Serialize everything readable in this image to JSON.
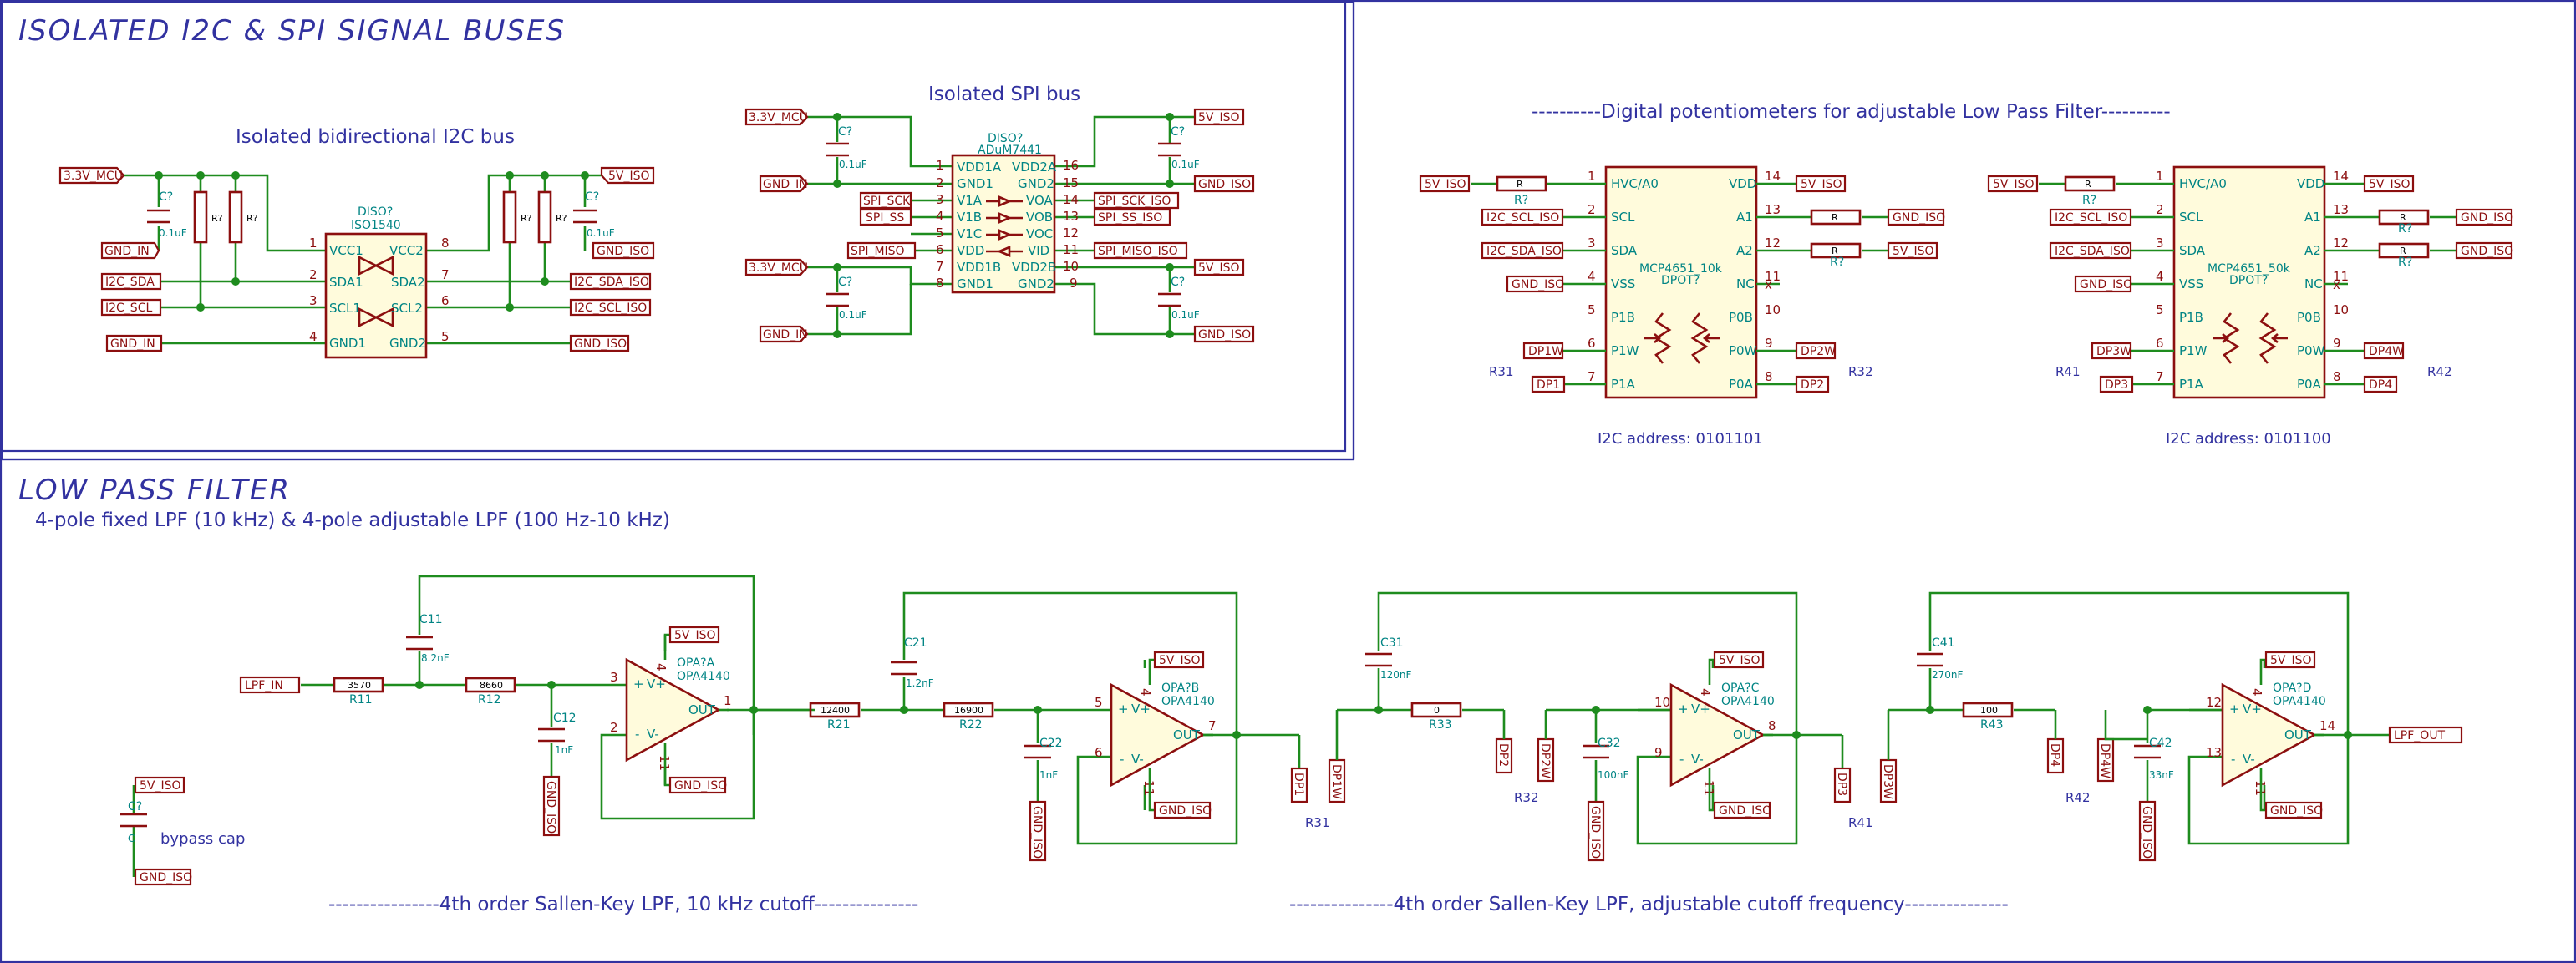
{
  "sections": {
    "isolated": {
      "title": "ISOLATED I2C & SPI SIGNAL BUSES",
      "i2c_subtitle": "Isolated bidirectional I2C bus",
      "spi_subtitle": "Isolated SPI bus"
    },
    "digipot": {
      "subtitle": "----------Digital potentiometers for adjustable Low Pass Filter----------",
      "addr1": "I2C address: 0101101",
      "addr2": "I2C address: 0101100"
    },
    "lpf": {
      "title": "LOW PASS FILTER",
      "subtitle": "4-pole fixed LPF (10 kHz) & 4-pole adjustable LPF (100 Hz-10 kHz)",
      "note_fixed": "----------------4th order Sallen-Key LPF, 10 kHz cutoff---------------",
      "note_adj": "---------------4th order Sallen-Key LPF, adjustable cutoff frequency---------------"
    }
  },
  "components": {
    "iso1540": {
      "ref": "DISO?",
      "value": "ISO1540",
      "pins_left": [
        {
          "num": "1",
          "name": "VCC1"
        },
        {
          "num": "2",
          "name": "SDA1"
        },
        {
          "num": "3",
          "name": "SCL1"
        },
        {
          "num": "4",
          "name": "GND1"
        }
      ],
      "pins_right": [
        {
          "num": "8",
          "name": "VCC2"
        },
        {
          "num": "7",
          "name": "SDA2"
        },
        {
          "num": "6",
          "name": "SCL2"
        },
        {
          "num": "5",
          "name": "GND2"
        }
      ]
    },
    "adum7441": {
      "ref": "DISO?",
      "value": "ADuM7441",
      "pins_left": [
        {
          "num": "1",
          "name": "VDD1A"
        },
        {
          "num": "2",
          "name": "GND1"
        },
        {
          "num": "3",
          "name": "V1A"
        },
        {
          "num": "4",
          "name": "V1B"
        },
        {
          "num": "5",
          "name": "V1C"
        },
        {
          "num": "6",
          "name": "VDD"
        },
        {
          "num": "7",
          "name": "VDD1B"
        },
        {
          "num": "8",
          "name": "GND1"
        }
      ],
      "pins_right": [
        {
          "num": "16",
          "name": "VDD2A"
        },
        {
          "num": "15",
          "name": "GND2"
        },
        {
          "num": "14",
          "name": "VOA"
        },
        {
          "num": "13",
          "name": "VOB"
        },
        {
          "num": "12",
          "name": "VOC"
        },
        {
          "num": "11",
          "name": "VID"
        },
        {
          "num": "10",
          "name": "VDD2B"
        },
        {
          "num": "9",
          "name": "GND2"
        }
      ]
    },
    "pot1": {
      "ref": "DPOT?",
      "value": "MCP4651_10k",
      "sheet_left": "R31",
      "sheet_right": "R32"
    },
    "pot2": {
      "ref": "DPOT?",
      "value": "MCP4651_50k",
      "sheet_left": "R41",
      "sheet_right": "R42"
    },
    "pot_pins_left": [
      {
        "num": "1",
        "name": "HVC/A0"
      },
      {
        "num": "2",
        "name": "SCL"
      },
      {
        "num": "3",
        "name": "SDA"
      },
      {
        "num": "4",
        "name": "VSS"
      },
      {
        "num": "5",
        "name": "P1B"
      },
      {
        "num": "6",
        "name": "P1W"
      },
      {
        "num": "7",
        "name": "P1A"
      }
    ],
    "pot_pins_right": [
      {
        "num": "14",
        "name": "VDD"
      },
      {
        "num": "13",
        "name": "A1"
      },
      {
        "num": "12",
        "name": "A2"
      },
      {
        "num": "11",
        "name": "NC"
      },
      {
        "num": "10",
        "name": "P0B"
      },
      {
        "num": "9",
        "name": "P0W"
      },
      {
        "num": "8",
        "name": "P0A"
      }
    ],
    "opamps": [
      {
        "ref": "OPA?A",
        "value": "OPA4140",
        "in_plus": "3",
        "in_minus": "2",
        "out": "1",
        "vp": "4",
        "vn": "11"
      },
      {
        "ref": "OPA?B",
        "value": "OPA4140",
        "in_plus": "5",
        "in_minus": "6",
        "out": "7",
        "vp": "4",
        "vn": "11"
      },
      {
        "ref": "OPA?C",
        "value": "OPA4140",
        "in_plus": "10",
        "in_minus": "9",
        "out": "8",
        "vp": "4",
        "vn": "11"
      },
      {
        "ref": "OPA?D",
        "value": "OPA4140",
        "in_plus": "12",
        "in_minus": "13",
        "out": "14",
        "vp": "4",
        "vn": "11"
      }
    ],
    "opamp_pin_names": {
      "out": "OUT",
      "plus": "+",
      "minus": "-",
      "vplus": "V+",
      "vminus": "V-"
    },
    "cap_small": "C?",
    "cap_value": "0.1uF",
    "res_small": "R?",
    "r_value": "R",
    "c_value": "C",
    "bypass_note": "bypass cap",
    "R11": {
      "ref": "R11",
      "value": "3570"
    },
    "R12": {
      "ref": "R12",
      "value": "8660"
    },
    "R21": {
      "ref": "R21",
      "value": "12400"
    },
    "R22": {
      "ref": "R22",
      "value": "16900"
    },
    "R33": {
      "ref": "R33",
      "value": "0"
    },
    "R43": {
      "ref": "R43",
      "value": "100"
    },
    "C11": {
      "ref": "C11",
      "value": "8.2nF"
    },
    "C12": {
      "ref": "C12",
      "value": "1nF"
    },
    "C21": {
      "ref": "C21",
      "value": "1.2nF"
    },
    "C22": {
      "ref": "C22",
      "value": "1nF"
    },
    "C31": {
      "ref": "C31",
      "value": "120nF"
    },
    "C32": {
      "ref": "C32",
      "value": "100nF"
    },
    "C41": {
      "ref": "C41",
      "value": "270nF"
    },
    "C42": {
      "ref": "C42",
      "value": "33nF"
    }
  },
  "labels": {
    "v33_mcu": "3.3V_MCU",
    "v5_iso": "5V_ISO",
    "gnd_in": "GND_IN",
    "gnd_iso": "GND_ISO",
    "i2c_sda": "I2C_SDA",
    "i2c_scl": "I2C_SCL",
    "i2c_sda_iso": "I2C_SDA_ISO",
    "i2c_scl_iso": "I2C_SCL_ISO",
    "spi_sck": "SPI_SCK",
    "spi_ss": "SPI_SS",
    "spi_miso": "SPI_MISO",
    "spi_sck_iso": "SPI_SCK_ISO",
    "spi_ss_iso": "SPI_SS_ISO",
    "spi_miso_iso": "SPI_MISO_ISO",
    "dp1w": "DP1W",
    "dp1": "DP1",
    "dp2w": "DP2W",
    "dp2": "DP2",
    "dp3w": "DP3W",
    "dp3": "DP3",
    "dp4w": "DP4W",
    "dp4": "DP4",
    "lpf_in": "LPF_IN",
    "lpf_out": "LPF_OUT",
    "sheet_r31": "R31",
    "sheet_r32": "R32",
    "sheet_r41": "R41",
    "sheet_r42": "R42",
    "nc_mark": "x"
  }
}
